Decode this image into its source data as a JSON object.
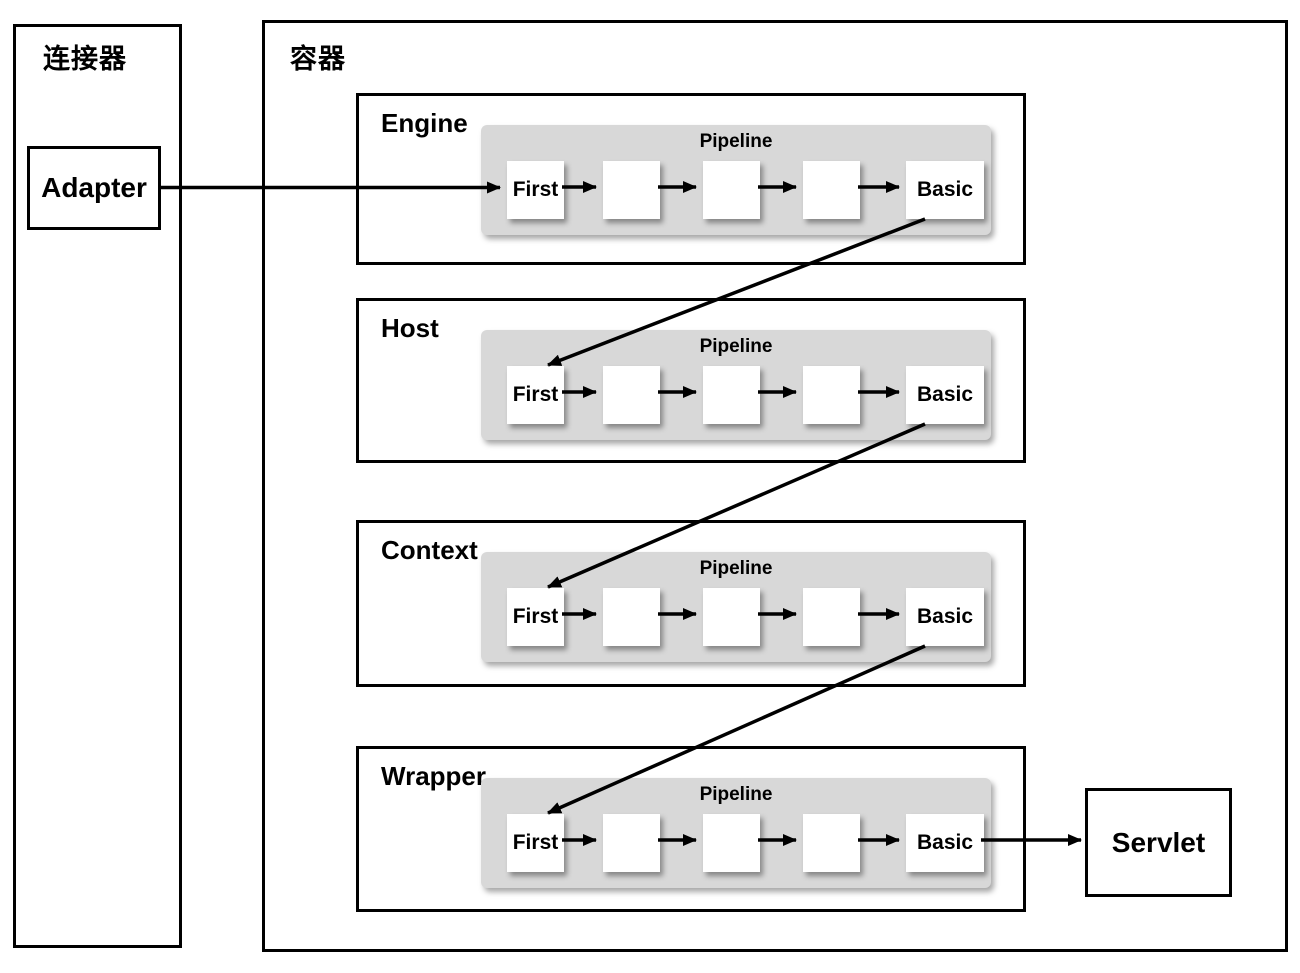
{
  "diagram": {
    "connector": {
      "label": "连接器",
      "adapter_label": "Adapter"
    },
    "container": {
      "label": "容器",
      "sections": [
        {
          "name": "Engine",
          "pipeline_label": "Pipeline",
          "valves": [
            "First",
            "",
            "",
            "",
            "Basic"
          ]
        },
        {
          "name": "Host",
          "pipeline_label": "Pipeline",
          "valves": [
            "First",
            "",
            "",
            "",
            "Basic"
          ]
        },
        {
          "name": "Context",
          "pipeline_label": "Pipeline",
          "valves": [
            "First",
            "",
            "",
            "",
            "Basic"
          ]
        },
        {
          "name": "Wrapper",
          "pipeline_label": "Pipeline",
          "valves": [
            "First",
            "",
            "",
            "",
            "Basic"
          ]
        }
      ],
      "servlet_label": "Servlet"
    },
    "colors": {
      "stroke": "#000000",
      "pipeline_bg": "#d8d8d8",
      "valve_bg": "#ffffff",
      "canvas_bg": "#ffffff"
    }
  }
}
